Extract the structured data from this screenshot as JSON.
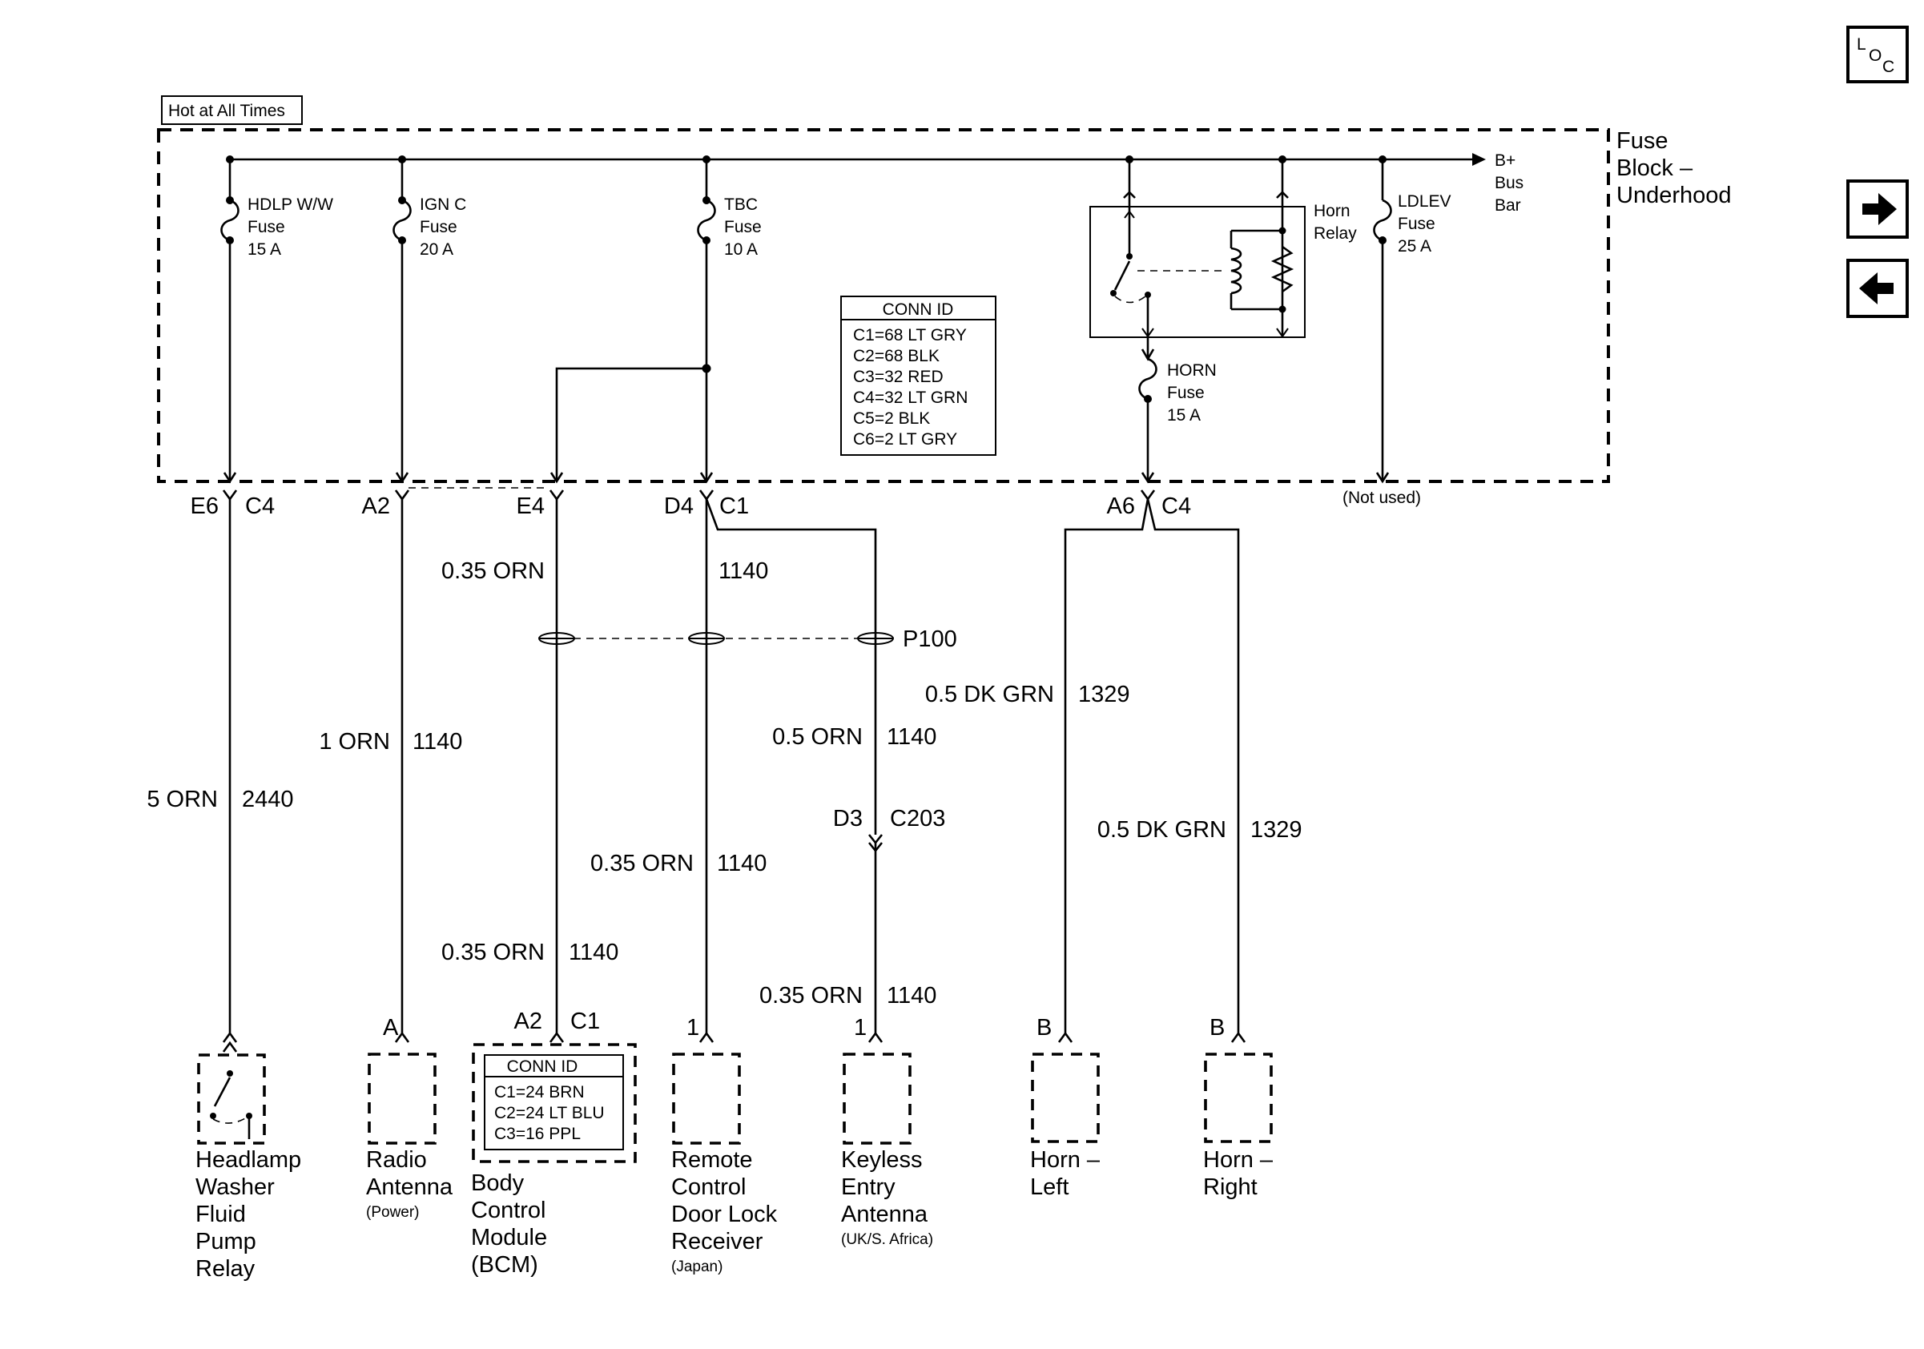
{
  "header": {
    "hot_label": "Hot at All Times",
    "fuse_block_label": [
      "Fuse",
      "Block –",
      "Underhood"
    ],
    "bus_bar_label": [
      "B+",
      "Bus",
      "Bar"
    ]
  },
  "nav": {
    "loc_icon": "loc-icon",
    "next_icon": "arrow-right-icon",
    "prev_icon": "arrow-left-icon"
  },
  "fuses": {
    "hdlp": [
      "HDLP W/W",
      "Fuse",
      "15 A"
    ],
    "ign": [
      "IGN C",
      "Fuse",
      "20 A"
    ],
    "tbc": [
      "TBC",
      "Fuse",
      "10 A"
    ],
    "ldlev": [
      "LDLEV",
      "Fuse",
      "25 A"
    ],
    "horn": [
      "HORN",
      "Fuse",
      "15 A"
    ]
  },
  "horn_relay_label": [
    "Horn",
    "Relay"
  ],
  "conn_id_block": {
    "title": "CONN ID",
    "rows": [
      "C1=68 LT GRY",
      "C2=68 BLK",
      "C3=32 RED",
      "C4=32 LT GRN",
      "C5=2 BLK",
      "C6=2 LT GRY"
    ]
  },
  "connectors": {
    "e6": "E6",
    "c4a": "C4",
    "a2": "A2",
    "e4": "E4",
    "d4": "D4",
    "c1": "C1",
    "a6": "A6",
    "c4b": "C4",
    "not_used": "(Not used)",
    "p100": "P100",
    "d3": "D3",
    "c203": "C203"
  },
  "wires": {
    "w_orn_e4_top": [
      "0.35 ORN",
      "1140"
    ],
    "w_dkgrn_1": [
      "0.5 DK GRN",
      "1329"
    ],
    "w_orn_radio": [
      "1 ORN",
      "1140"
    ],
    "w_orn_keyless_top": [
      "0.5 ORN",
      "1140"
    ],
    "w_orn_washer": [
      "5 ORN",
      "2440"
    ],
    "w_dkgrn_2": [
      "0.5 DK GRN",
      "1329"
    ],
    "w_orn_remote": [
      "0.35 ORN",
      "1140"
    ],
    "w_orn_bcm": [
      "0.35 ORN",
      "1140"
    ],
    "w_orn_keyless_bot": [
      "0.35 ORN",
      "1140"
    ]
  },
  "components": {
    "washer": {
      "label": [
        "Headlamp",
        "Washer",
        "Fluid",
        "Pump",
        "Relay"
      ]
    },
    "radio": {
      "pin": "A",
      "label": [
        "Radio",
        "Antenna"
      ],
      "note": "(Power)"
    },
    "bcm": {
      "pins": [
        "A2",
        "C1"
      ],
      "label": [
        "Body",
        "Control",
        "Module",
        "(BCM)"
      ],
      "conn_title": "CONN ID",
      "conn_rows": [
        "C1=24 BRN",
        "C2=24 LT BLU",
        "C3=16 PPL"
      ]
    },
    "remote": {
      "pin": "1",
      "label": [
        "Remote",
        "Control",
        "Door Lock",
        "Receiver"
      ],
      "note": "(Japan)"
    },
    "keyless": {
      "pin": "1",
      "label": [
        "Keyless",
        "Entry",
        "Antenna"
      ],
      "note": "(UK/S. Africa)"
    },
    "horn_left": {
      "pin": "B",
      "label": [
        "Horn –",
        "Left"
      ]
    },
    "horn_right": {
      "pin": "B",
      "label": [
        "Horn –",
        "Right"
      ]
    }
  }
}
